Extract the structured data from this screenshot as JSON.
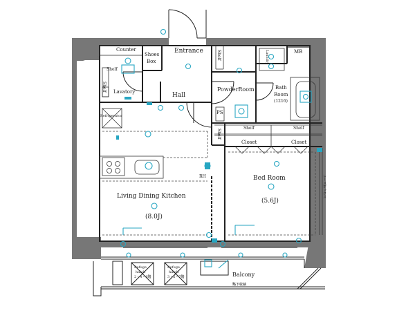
{
  "rooms": {
    "counter": "Counter",
    "shoes_box_line1": "Shoes",
    "shoes_box_line2": "Box",
    "entrance": "Entrance",
    "shelf_entrance": "Shelf",
    "mb": "MB",
    "laundry": "Laundry",
    "shelf_lavatory": "Shelf",
    "lavatory": "Lavatory",
    "shelf_lavatory_2": "Shelf",
    "hall": "Hall",
    "powder_room": "PowderRoom",
    "bath_room_line1": "Bath",
    "bath_room_line2": "Room",
    "bath_room_size": "(1216)",
    "ps": "PS",
    "refrigerator": "Refrigerator",
    "shelf_hall": "Shelf",
    "shelf_closet_1": "Shelf",
    "shelf_closet_2": "Shelf",
    "closet_1": "Closet",
    "closet_2": "Closet",
    "ldk": "Living Dining Kitchen",
    "ldk_size": "(8.0J)",
    "bedroom": "Bed Room",
    "bedroom_size": "(5.6J)",
    "balcony": "Balcony",
    "refuge_hatch_1_line1": "Refuge",
    "refuge_hatch_1_line2": "hatch",
    "refuge_hatch_1_num": "2・4・6階",
    "refuge_hatch_2_line1": "Refuge",
    "refuge_hatch_2_line2": "hatch",
    "refuge_hatch_2_num": "3・5・7階",
    "rh_label": "RH",
    "bedroom_side_label": "レースボックス",
    "bottom_note": "略下收納"
  },
  "colors": {
    "wall": "#777777",
    "line": "#222222",
    "accent": "#27a6c2"
  }
}
